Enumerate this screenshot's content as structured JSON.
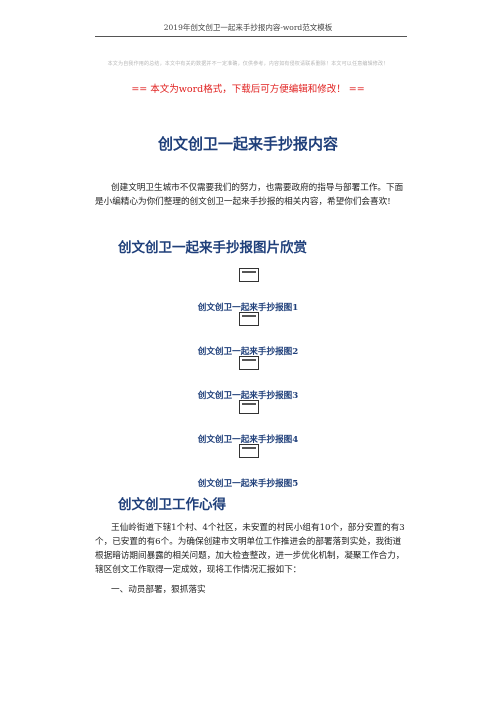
{
  "header": {
    "title": "2019年创文创卫一起来手抄报内容-word范文模板"
  },
  "notice": "本文为自我作用的总结，本文中有关的数据并不一定准确，仅供参考，内容如有侵权请联系删除！本文可以任意编辑修改！",
  "promo": "== 本文为word格式，下载后可方便编辑和修改！ ==",
  "main_title": "创文创卫一起来手抄报内容",
  "intro": "创建文明卫生城市不仅需要我们的努力，也需要政府的指导与部署工作。下面是小编精心为你们整理的创文创卫一起来手抄报的相关内容，希望你们会喜欢!",
  "gallery": {
    "title": "创文创卫一起来手抄报图片欣赏",
    "items": [
      {
        "caption": "创文创卫一起来手抄报图1"
      },
      {
        "caption": "创文创卫一起来手抄报图2"
      },
      {
        "caption": "创文创卫一起来手抄报图3"
      },
      {
        "caption": "创文创卫一起来手抄报图4"
      },
      {
        "caption": "创文创卫一起来手抄报图5"
      }
    ]
  },
  "experience": {
    "title": "创文创卫工作心得",
    "paragraph": "王仙岭街道下辖1个村、4个社区，未安置的村民小组有10个，部分安置的有3个，已安置的有6个。为确保创建市文明单位工作推进会的部署落到实处，我街道根据暗访期间暴露的相关问题，加大检查整改，进一步优化机制，凝聚工作合力，辖区创文工作取得一定成效，现将工作情况汇报如下：",
    "subhead": "一、动员部署，狠抓落实"
  }
}
